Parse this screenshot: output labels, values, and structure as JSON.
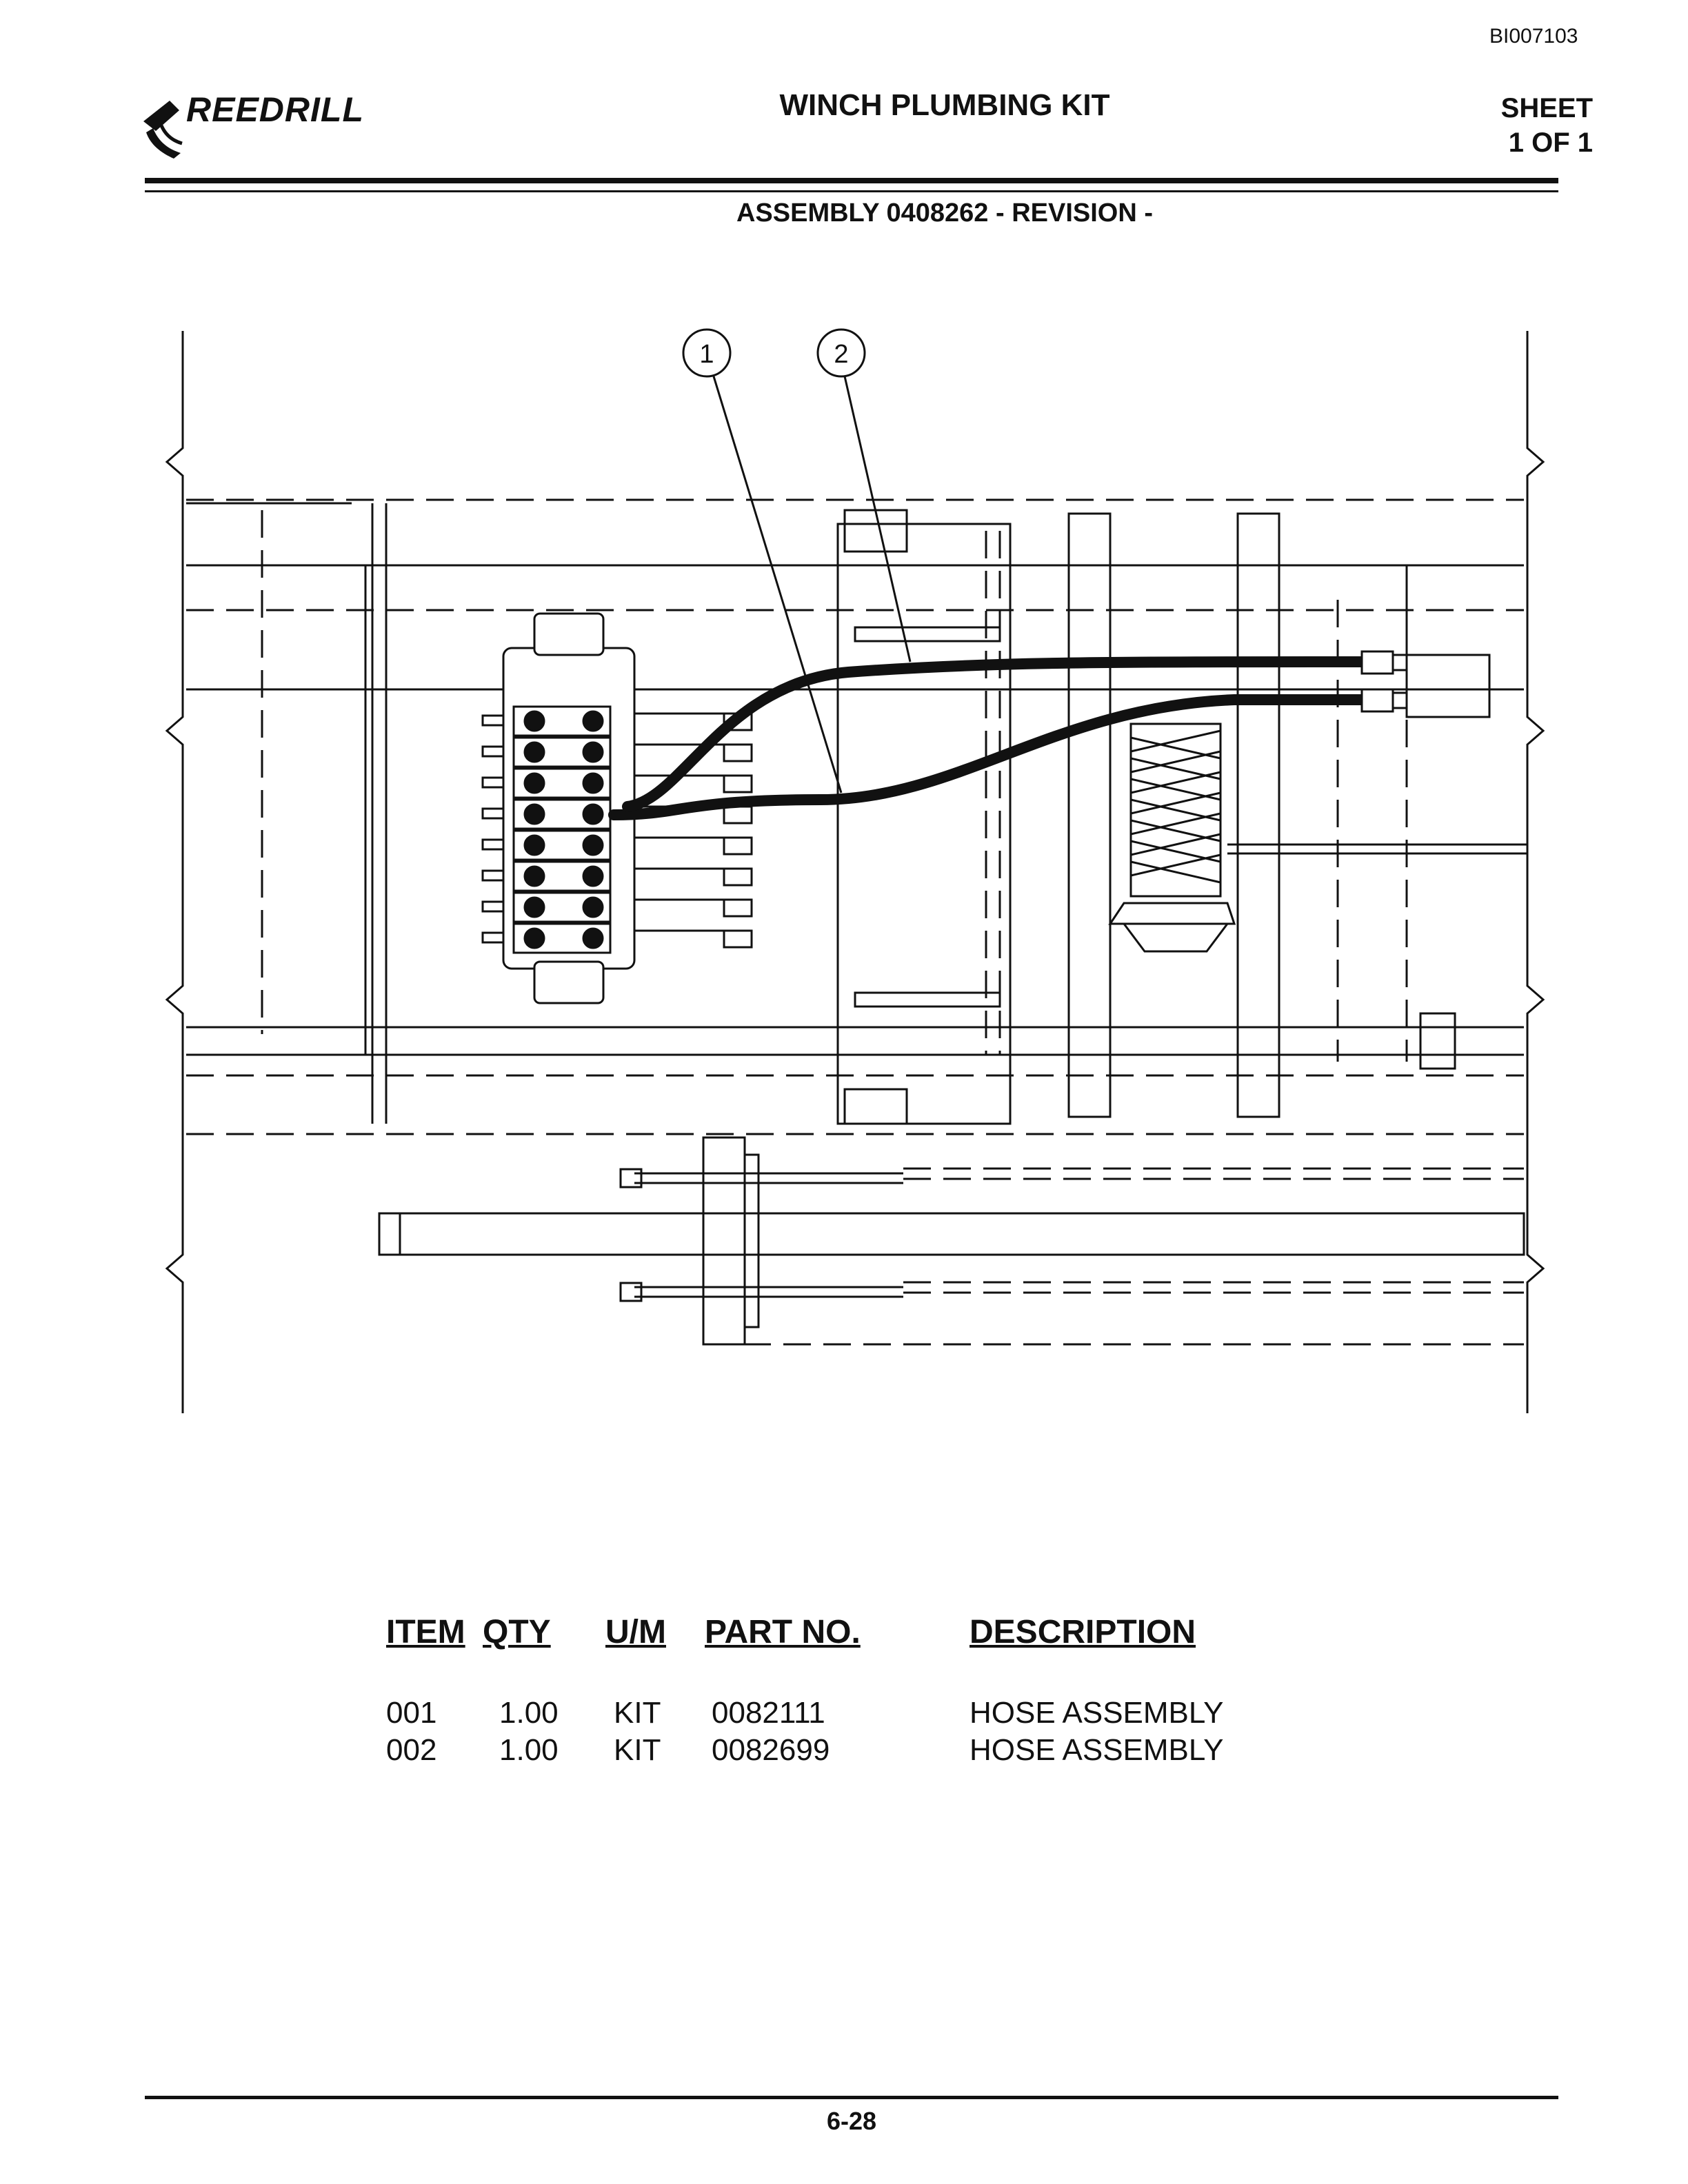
{
  "header": {
    "doc_id": "BI007103",
    "logo_text": "REEDRILL",
    "title": "WINCH PLUMBING KIT",
    "sheet_label": "SHEET",
    "sheet_value": "1 OF 1",
    "assembly": "ASSEMBLY 0408262 - REVISION -"
  },
  "drawing": {
    "callouts": [
      "1",
      "2"
    ]
  },
  "parts_table": {
    "columns": [
      "ITEM",
      "QTY",
      "U/M",
      "PART NO.",
      "DESCRIPTION"
    ],
    "rows": [
      {
        "item": "001",
        "qty": "1.00",
        "um": "KIT",
        "part_no": "0082111",
        "description": "HOSE ASSEMBLY"
      },
      {
        "item": "002",
        "qty": "1.00",
        "um": "KIT",
        "part_no": "0082699",
        "description": "HOSE ASSEMBLY"
      }
    ]
  },
  "footer": {
    "page_number": "6-28"
  }
}
